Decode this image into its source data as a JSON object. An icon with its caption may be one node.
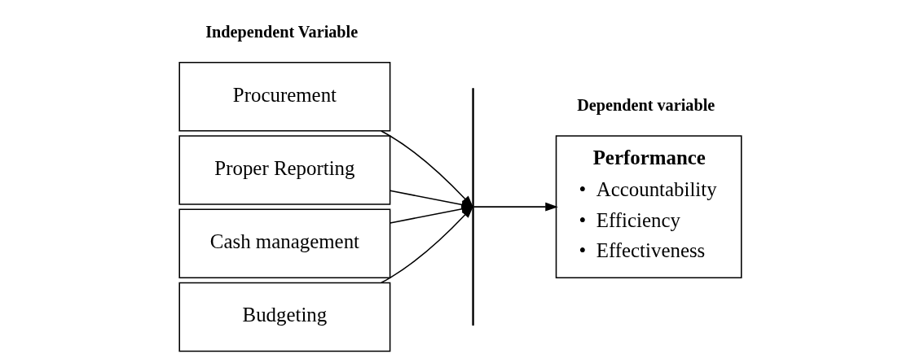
{
  "diagram": {
    "nodes": [
      {
        "text": [
          "Procurement"
        ]
      },
      {
        "text": [
          "Proper Reporting"
        ]
      },
      {
        "text": [
          "Cash management"
        ]
      },
      {
        "text": [
          "Budgeting"
        ]
      },
      {
        "text": [],
        "shape": "bar"
      },
      {
        "text": [
          "Performance",
          "•  Accountability",
          "•  Efficiency",
          "•  Effectiveness"
        ]
      }
    ],
    "edges": [
      {
        "from": 0,
        "to": 4,
        "arrow": "to"
      },
      {
        "from": 1,
        "to": 4,
        "arrow": "to"
      },
      {
        "from": 2,
        "to": 4,
        "arrow": "to"
      },
      {
        "from": 3,
        "to": 4,
        "arrow": "to"
      },
      {
        "from": 4,
        "to": 5,
        "arrow": "to"
      }
    ],
    "labels": [
      "Independent Variable",
      "Dependent variable"
    ]
  }
}
